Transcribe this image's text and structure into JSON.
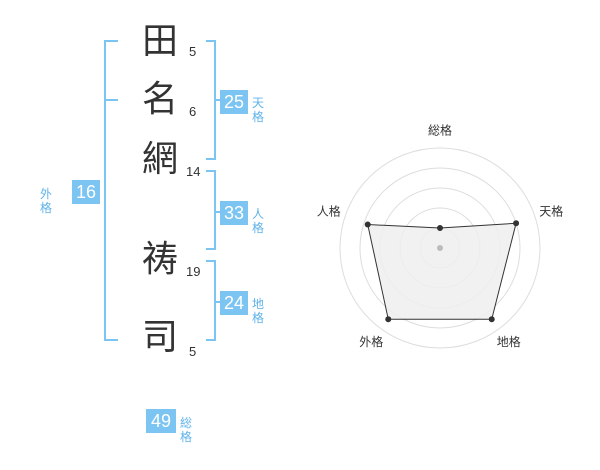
{
  "name_chars": [
    {
      "char": "田",
      "strokes": "5"
    },
    {
      "char": "名",
      "strokes": "6"
    },
    {
      "char": "網",
      "strokes": "14"
    },
    {
      "char": "祷",
      "strokes": "19"
    },
    {
      "char": "司",
      "strokes": "5"
    }
  ],
  "kaku": {
    "tenkaku": {
      "value": "25",
      "label": "天格"
    },
    "jinkaku": {
      "value": "33",
      "label": "人格"
    },
    "chikaku": {
      "value": "24",
      "label": "地格"
    },
    "gaikaku": {
      "value": "16",
      "label": "外格"
    },
    "soukaku": {
      "value": "49",
      "label": "総格"
    }
  },
  "radar": {
    "axes": [
      "総格",
      "天格",
      "地格",
      "外格",
      "人格"
    ],
    "values": [
      0.2,
      0.8,
      0.88,
      0.88,
      0.76
    ],
    "colors": {
      "fill": "#eeeeee",
      "line": "#333333",
      "grid": "#dddddd",
      "dot": "#333333",
      "center": "#bbbbbb"
    }
  }
}
